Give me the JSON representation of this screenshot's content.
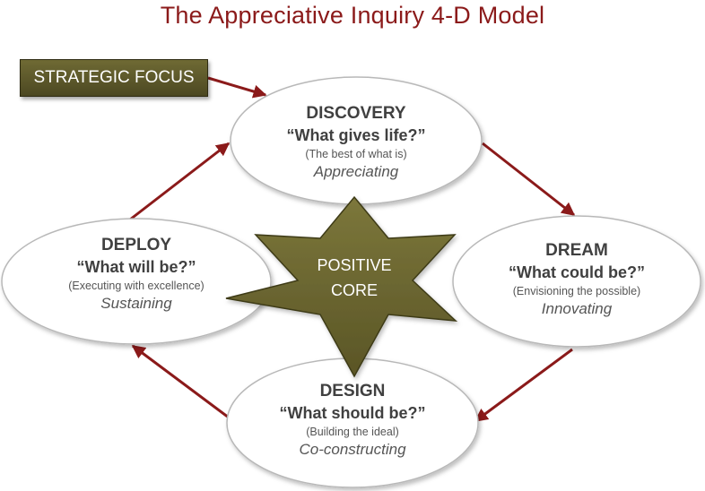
{
  "title": "The Appreciative Inquiry 4-D Model",
  "strategic_focus": "STRATEGIC FOCUS",
  "positive_core": {
    "line1": "POSITIVE",
    "line2": "CORE"
  },
  "nodes": {
    "discovery": {
      "name": "DISCOVERY",
      "question": "“What gives life?”",
      "subtitle": "(The best of what is)",
      "verb": "Appreciating"
    },
    "dream": {
      "name": "DREAM",
      "question": "“What could be?”",
      "subtitle": "(Envisioning the possible)",
      "verb": "Innovating"
    },
    "design": {
      "name": "DESIGN",
      "question": "“What should be?”",
      "subtitle": "(Building the ideal)",
      "verb": "Co-constructing"
    },
    "deploy": {
      "name": "DEPLOY",
      "question": "“What will be?”",
      "subtitle": "(Executing with excellence)",
      "verb": "Sustaining"
    }
  },
  "colors": {
    "title": "#8b1a1a",
    "arrow": "#8b1a1a",
    "star_fill": "#6b6630",
    "focus_fill": "#5c5829",
    "ellipse_stroke": "#b8b8b8"
  }
}
